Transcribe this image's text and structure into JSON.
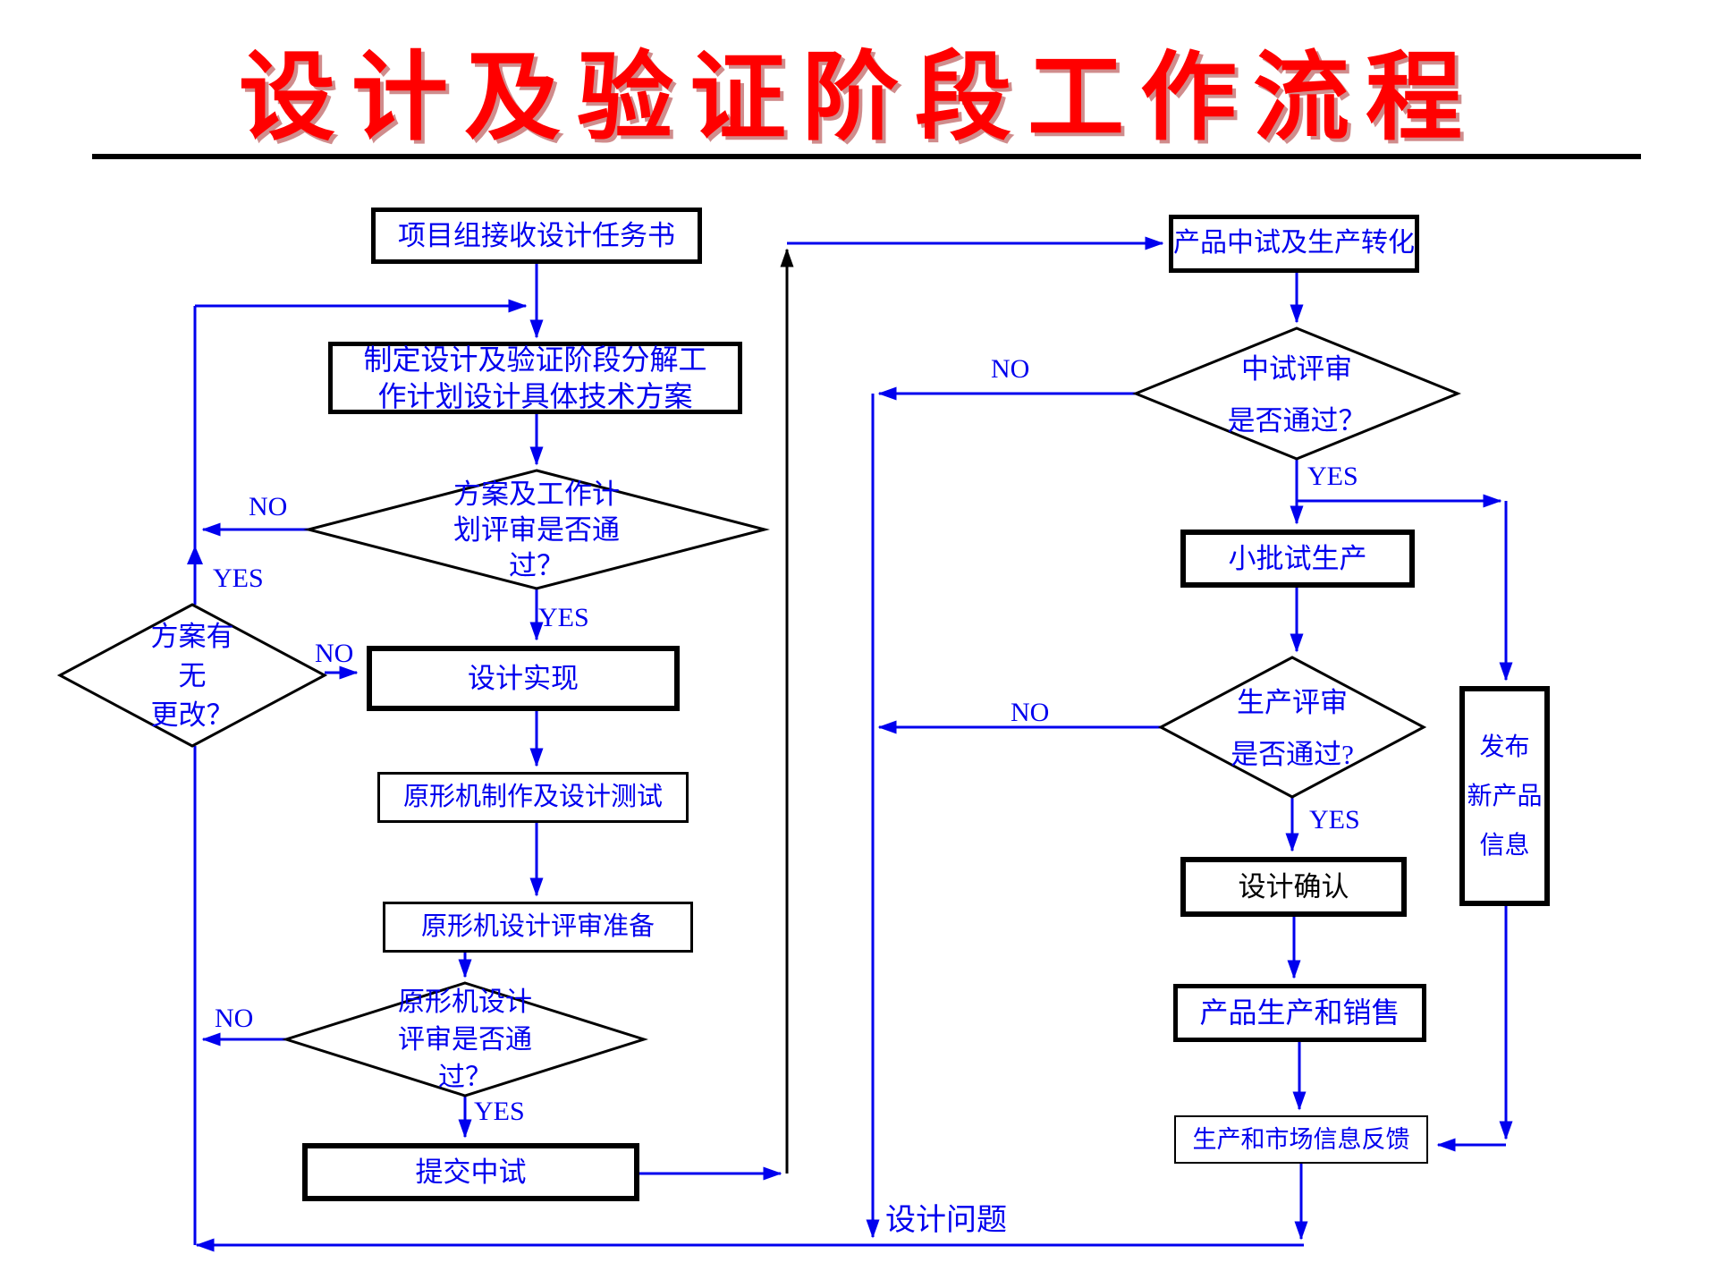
{
  "title": "设计及验证阶段工作流程",
  "nodes": {
    "receive_task": {
      "label": "项目组接收设计任务书"
    },
    "make_plan": {
      "label": "制定设计及验证阶段分解工\n作计划设计具体技术方案"
    },
    "plan_review": {
      "label": "方案及工作计\n划评审是否通\n过？"
    },
    "plan_changed": {
      "label": "方案有\n无\n更改？"
    },
    "design_impl": {
      "label": "设计实现"
    },
    "prototype_build": {
      "label": "原形机制作及设计测试"
    },
    "prototype_prep": {
      "label": "原形机设计评审准备"
    },
    "prototype_review": {
      "label": "原形机设计\n评审是否通\n过？"
    },
    "submit_pilot": {
      "label": "提交中试"
    },
    "pilot_transfer": {
      "label": "产品中试及生产转化"
    },
    "pilot_review": {
      "label": "中试评审\n是否通过？"
    },
    "small_batch": {
      "label": "小批试生产"
    },
    "production_review": {
      "label": "生产评审\n是否通过?"
    },
    "design_confirm": {
      "label": "设计确认"
    },
    "production_sales": {
      "label": "产品生产和销售"
    },
    "market_feedback": {
      "label": "生产和市场信息反馈"
    },
    "release_info": {
      "label": "发布\n新产品\n信息"
    }
  },
  "labels": {
    "yes": "YES",
    "no": "NO",
    "design_problem": "设计问题"
  },
  "colors": {
    "title": "#ff0000",
    "flow_text": "#0000ee",
    "connector_blue": "#0000ee",
    "connector_black": "#000000",
    "shape_border": "#000000",
    "background": "#ffffff"
  }
}
